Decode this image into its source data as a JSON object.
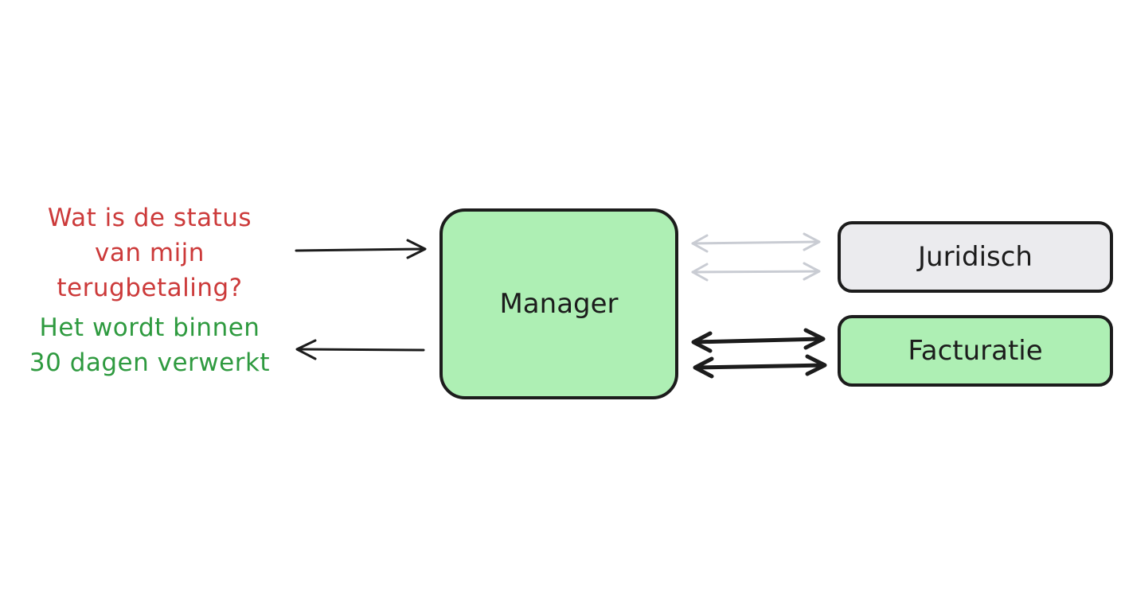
{
  "diagram": {
    "question_lines": [
      "Wat is de status",
      "van mijn",
      "terugbetaling?"
    ],
    "answer_lines": [
      "Het wordt binnen",
      "30 dagen verwerkt"
    ],
    "nodes": {
      "manager": "Manager",
      "juridisch": "Juridisch",
      "facturatie": "Facturatie"
    },
    "colors": {
      "question_text": "#cc3a3a",
      "answer_text": "#2e9a3f",
      "active_node": "#aeefb4",
      "inactive_node": "#ebebee",
      "active_arrow": "#1c1c1c",
      "inactive_arrow": "#c9ccd3"
    }
  }
}
